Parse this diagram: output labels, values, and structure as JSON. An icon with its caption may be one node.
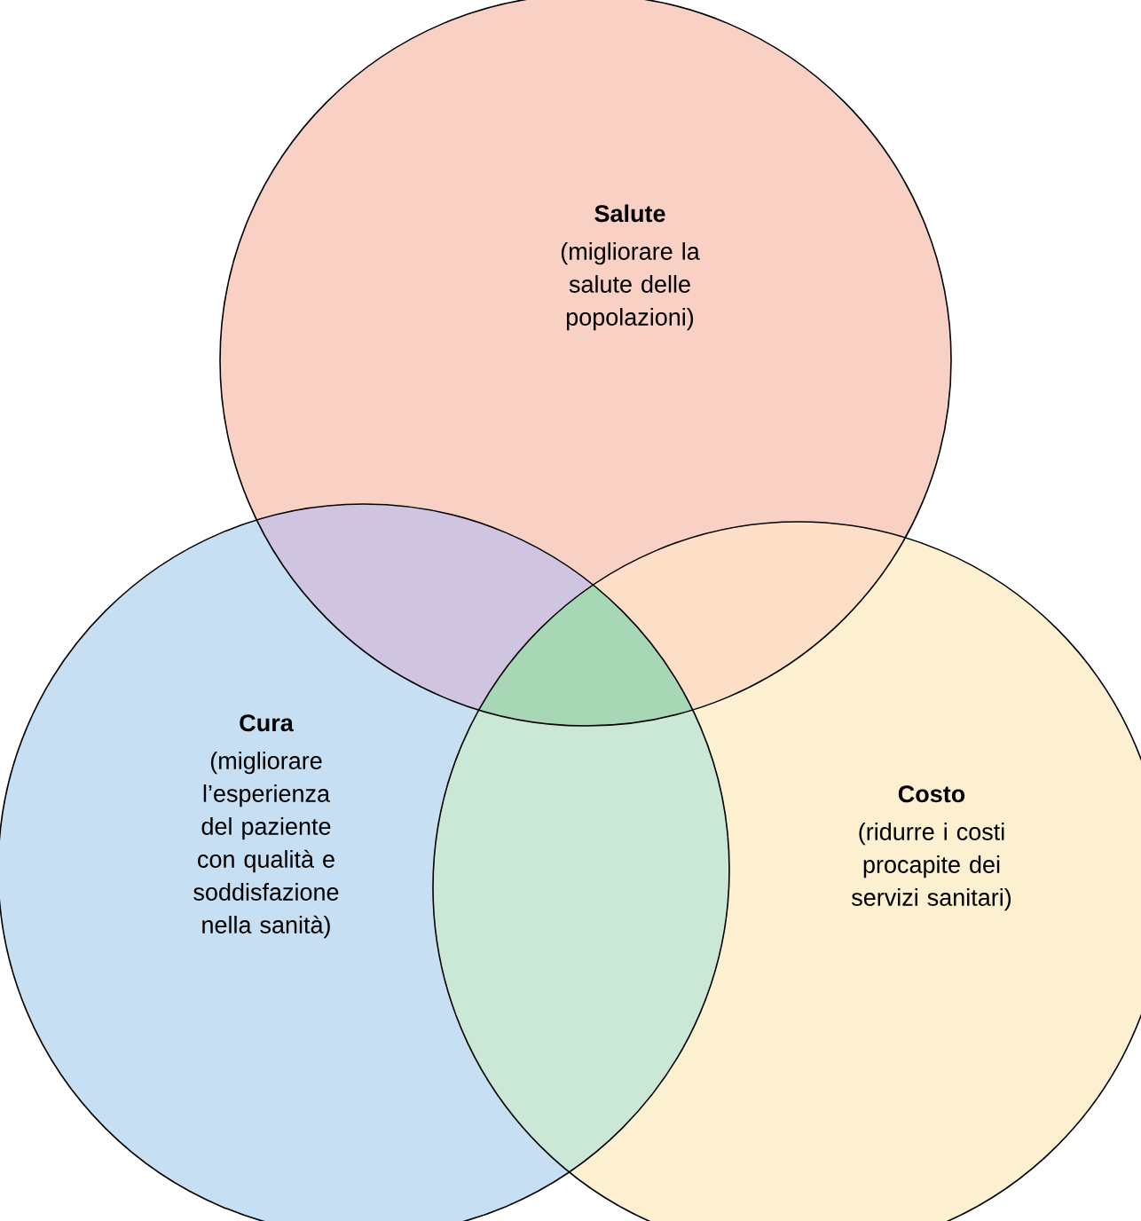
{
  "diagram": {
    "nodes": [
      {
        "text": [
          "Salute",
          "(migliorare la salute delle popolazioni)"
        ]
      },
      {
        "text": [
          "Cura",
          "(migliorare l’esperienza del paziente con qualità e soddisfazione nella sanità)"
        ]
      },
      {
        "text": [
          "Costo",
          "(ridurre i costi procapite dei servizi sanitari)"
        ]
      }
    ]
  }
}
